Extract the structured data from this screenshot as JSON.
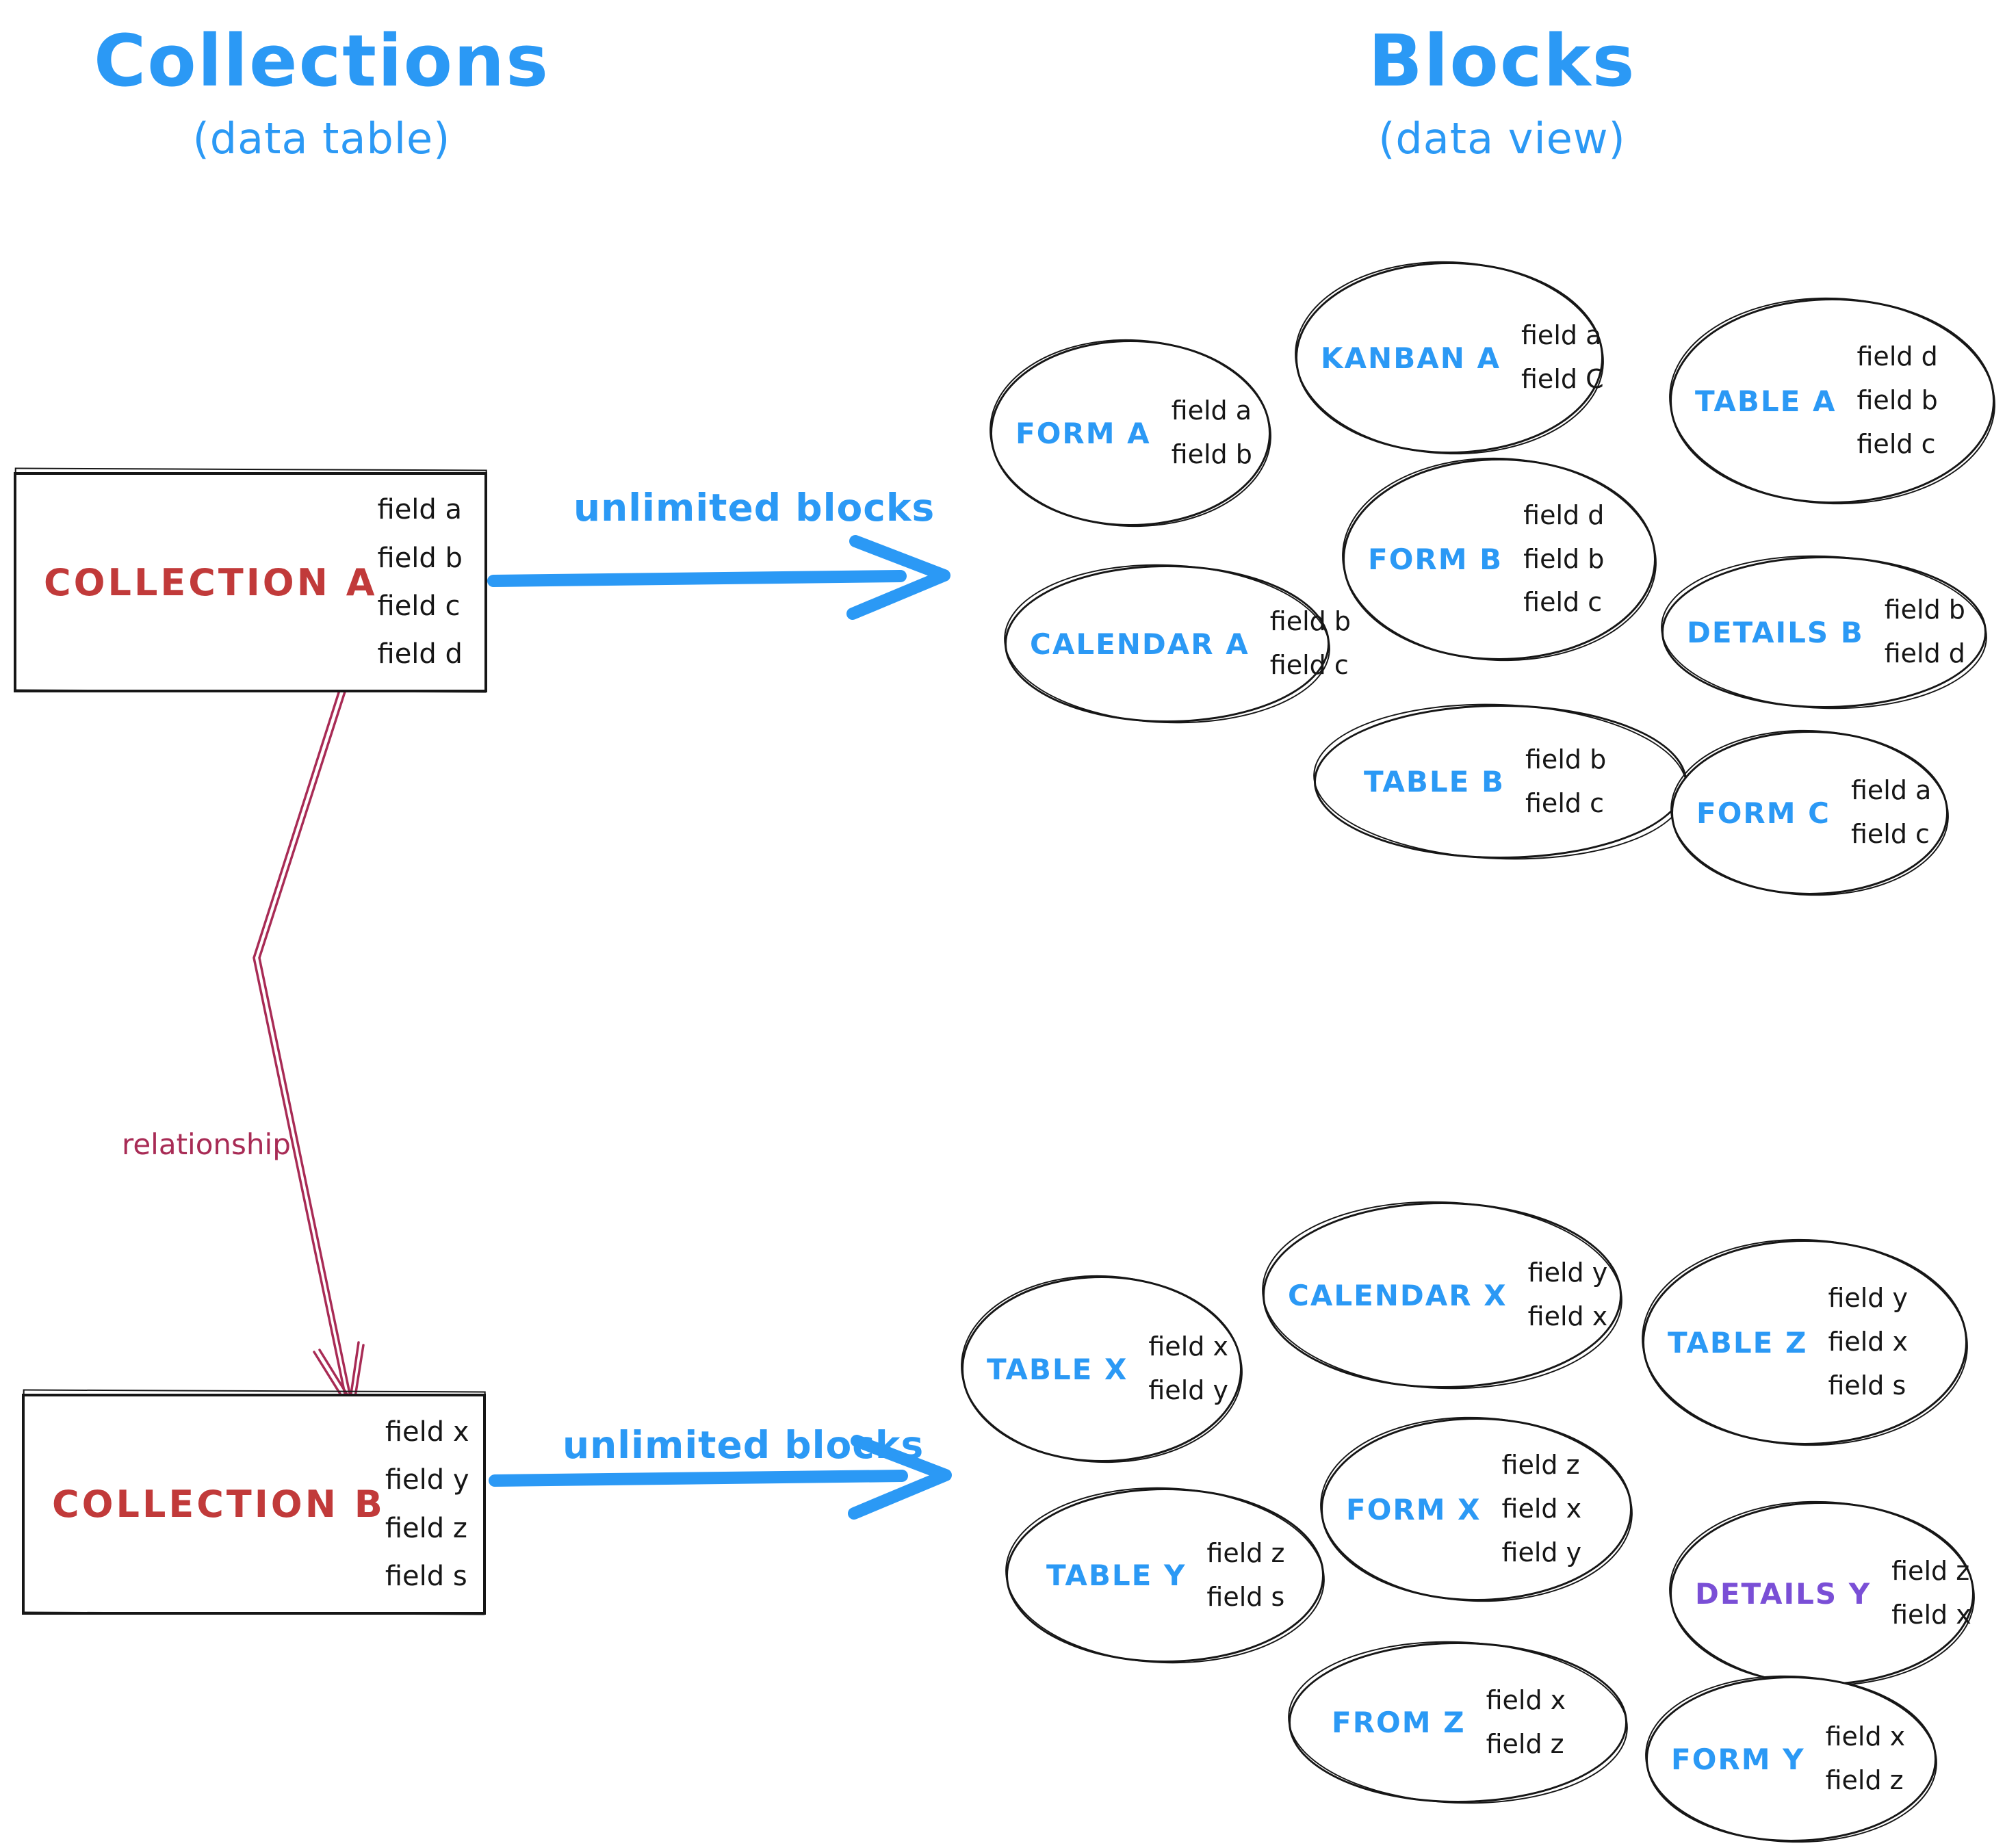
{
  "titles": {
    "left": {
      "title": "Collections",
      "subtitle": "(data table)"
    },
    "right": {
      "title": "Blocks",
      "subtitle": "(data view)"
    }
  },
  "collections": [
    {
      "name": "COLLECTION A",
      "fields": [
        "field a",
        "field b",
        "field c",
        "field d"
      ],
      "arrow_label": "unlimited blocks"
    },
    {
      "name": "COLLECTION B",
      "fields": [
        "field x",
        "field y",
        "field z",
        "field s"
      ],
      "arrow_label": "unlimited blocks"
    }
  ],
  "relationship_label": "relationship",
  "blocks_a": [
    {
      "label": "FORM A",
      "fields": [
        "field a",
        "field b"
      ]
    },
    {
      "label": "KANBAN A",
      "fields": [
        "field a",
        "field C"
      ]
    },
    {
      "label": "TABLE A",
      "fields": [
        "field d",
        "field b",
        "field c"
      ]
    },
    {
      "label": "CALENDAR A",
      "fields": [
        "field b",
        "field c"
      ]
    },
    {
      "label": "FORM B",
      "fields": [
        "field d",
        "field b",
        "field c"
      ]
    },
    {
      "label": "DETAILS B",
      "fields": [
        "field b",
        "field d"
      ]
    },
    {
      "label": "TABLE B",
      "fields": [
        "field b",
        "field c"
      ]
    },
    {
      "label": "FORM C",
      "fields": [
        "field a",
        "field c"
      ]
    }
  ],
  "blocks_b": [
    {
      "label": "TABLE X",
      "fields": [
        "field x",
        "field y"
      ]
    },
    {
      "label": "CALENDAR X",
      "fields": [
        "field y",
        "field x"
      ]
    },
    {
      "label": "TABLE Z",
      "fields": [
        "field y",
        "field x",
        "field s"
      ]
    },
    {
      "label": "TABLE Y",
      "fields": [
        "field z",
        "field s"
      ]
    },
    {
      "label": "FORM X",
      "fields": [
        "field z",
        "field x",
        "field y"
      ]
    },
    {
      "label": "DETAILS Y",
      "fields": [
        "field z",
        "field x"
      ]
    },
    {
      "label": "FROM Z",
      "fields": [
        "field x",
        "field z"
      ]
    },
    {
      "label": "FORM Y",
      "fields": [
        "field x",
        "field z"
      ]
    }
  ],
  "colors": {
    "blue": "#2b99f5",
    "red": "#c13a3a",
    "relationship": "#a82b55",
    "details_y_label": "#7a4fd6",
    "ink": "#161616"
  }
}
